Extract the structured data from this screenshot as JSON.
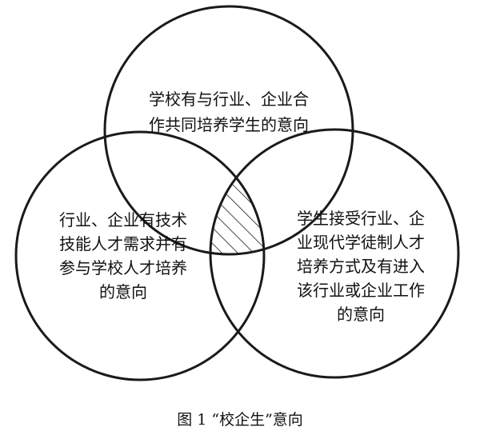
{
  "venn": {
    "top": {
      "lines": [
        "学校有与行业、企业合",
        "作共同培养学生的意向"
      ]
    },
    "left": {
      "lines": [
        "行业、企业有技术",
        "技能人才需求并有",
        "参与学校人才培养",
        "的意向"
      ]
    },
    "right": {
      "lines": [
        "学生接受行业、企",
        "业现代学徒制人才",
        "培养方式及有进入",
        "该行业或企业工作",
        "的意向"
      ]
    }
  },
  "caption": "图 1 “校企生”意向"
}
